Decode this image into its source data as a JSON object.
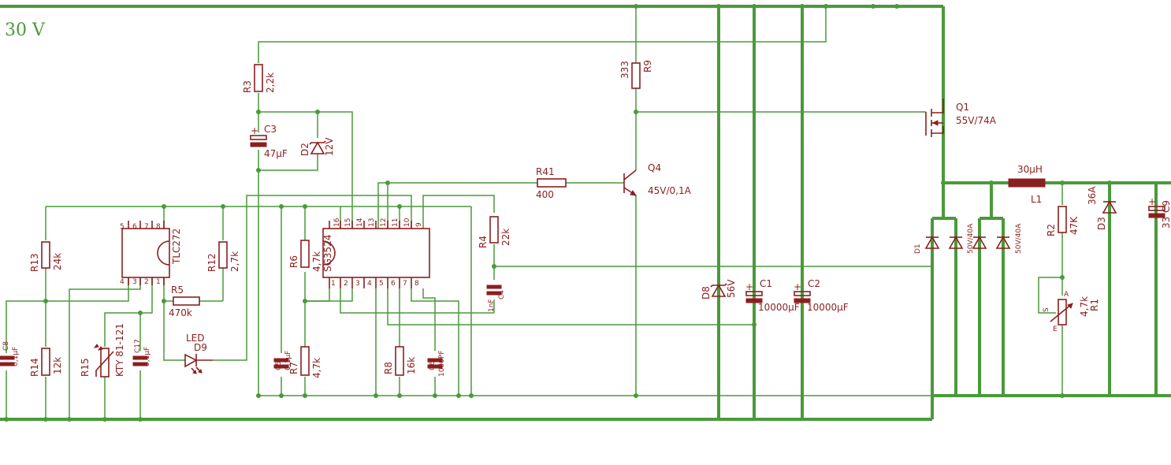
{
  "supply_label": "30 V",
  "labels": {
    "r1": "R1",
    "r1_val": "4,7k",
    "r1_pin_a": "A",
    "r1_pin_s": "S",
    "r1_pin_e": "E",
    "r2": "R2",
    "r2_val": "47K",
    "r3": "R3",
    "r3_val": "2,2k",
    "r4": "R4",
    "r4_val": "22k",
    "r5": "R5",
    "r5_val": "470k",
    "r6": "R6",
    "r6_val": "4,7k",
    "r7": "R7",
    "r7_val": "4,7k",
    "r8": "R8",
    "r8_val": "16k",
    "r9": "R9",
    "r9_val": "333",
    "r12": "R12",
    "r12_val": "2,7k",
    "r13": "R13",
    "r13_val": "24k",
    "r14": "R14",
    "r14_val": "12k",
    "r15": "R15",
    "r15_val": "KTY 81-121",
    "r41": "R41",
    "r41_val": "400",
    "c1": "C1",
    "c1_val": "10000µF",
    "c2": "C2",
    "c2_val": "10000µF",
    "c3": "C3",
    "c3_val": "47µF",
    "c4": "C4",
    "c4_val": "1nF",
    "c5": "C5",
    "c5_val": "0,1µF",
    "c6": "C6",
    "c6_val": "1000PF",
    "c8": "C8",
    "c8_val": "0,1µF",
    "c17": "C17",
    "c17_val": "0,1µF",
    "c9": "C9",
    "c9_val": "33",
    "d1": "D1",
    "d1_val": "50V/40A",
    "d1b_val": "50V/40A",
    "d2": "D2",
    "d2_val": "12V",
    "d3": "D3",
    "d3_val": "36A",
    "d8": "D8",
    "d8_val": "56V",
    "d9": "D9",
    "d9_val": "LED",
    "q1": "Q1",
    "q1_val": "55V/74A",
    "q4": "Q4",
    "q4_val": "45V/0,1A",
    "l1": "L1",
    "l1_val": "30µH",
    "ic1": "TLC272",
    "ic2": "SG3524"
  },
  "pins": {
    "tlc_top": [
      "5",
      "6",
      "7",
      "8"
    ],
    "tlc_bottom": [
      "4",
      "3",
      "2",
      "1"
    ],
    "sg_top": [
      "16",
      "15",
      "14",
      "13",
      "12",
      "11",
      "10",
      "9"
    ],
    "sg_bottom": [
      "1",
      "2",
      "3",
      "4",
      "5",
      "6",
      "7",
      "8"
    ]
  }
}
